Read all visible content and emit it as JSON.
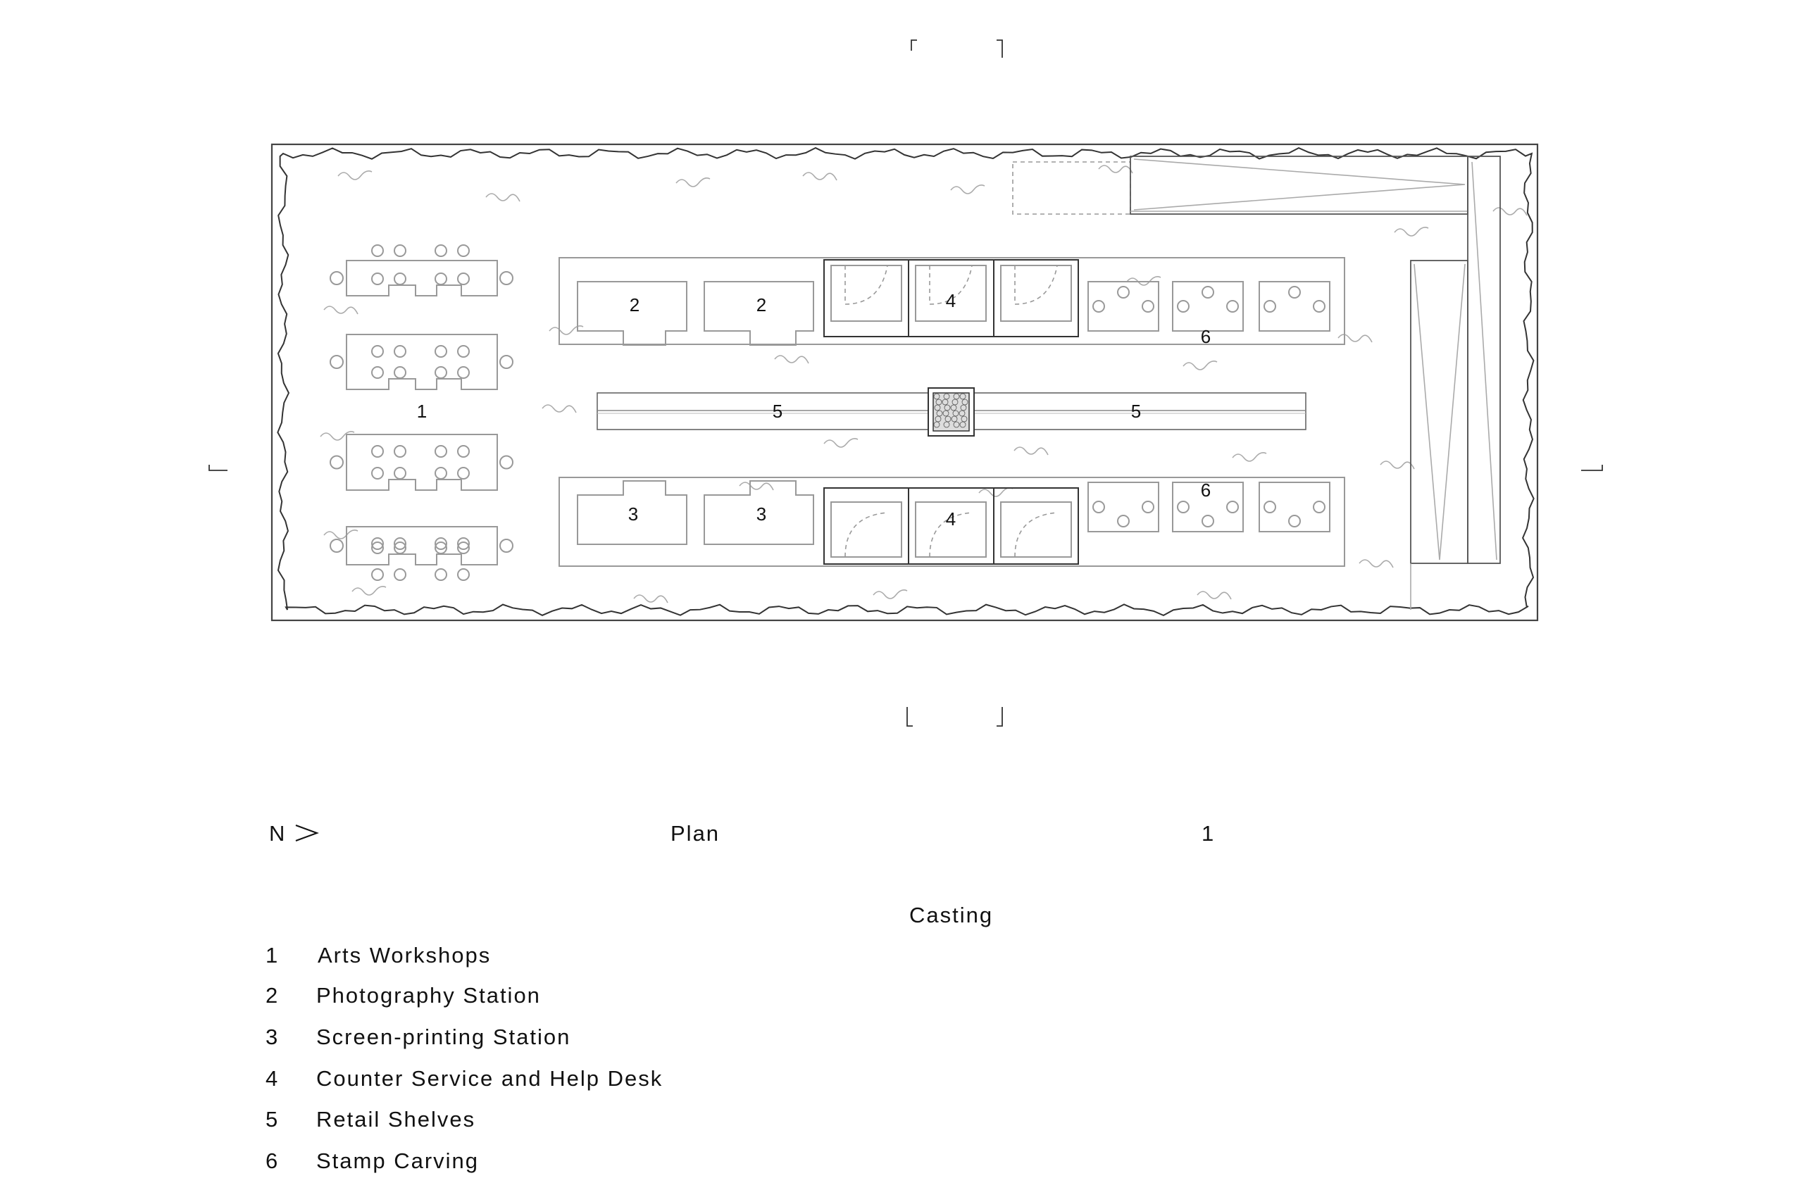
{
  "plan": {
    "zone_labels": {
      "arts": "1",
      "photo_a": "2",
      "photo_b": "2",
      "screen_a": "3",
      "screen_b": "3",
      "counter_top": "4",
      "counter_bottom": "4",
      "shelf_a": "5",
      "shelf_b": "5",
      "stamp_top": "6",
      "stamp_bottom": "6"
    }
  },
  "footer": {
    "north": "N",
    "north_arrow_icon": "arrow-right-icon",
    "title": "Plan",
    "scale": "1",
    "subtitle": "Casting"
  },
  "legend": [
    {
      "num": "1",
      "label": "Arts Workshops"
    },
    {
      "num": "2",
      "label": "Photography Station"
    },
    {
      "num": "3",
      "label": "Screen-printing Station"
    },
    {
      "num": "4",
      "label": "Counter Service and Help Desk"
    },
    {
      "num": "5",
      "label": "Retail Shelves"
    },
    {
      "num": "6",
      "label": "Stamp Carving"
    }
  ]
}
